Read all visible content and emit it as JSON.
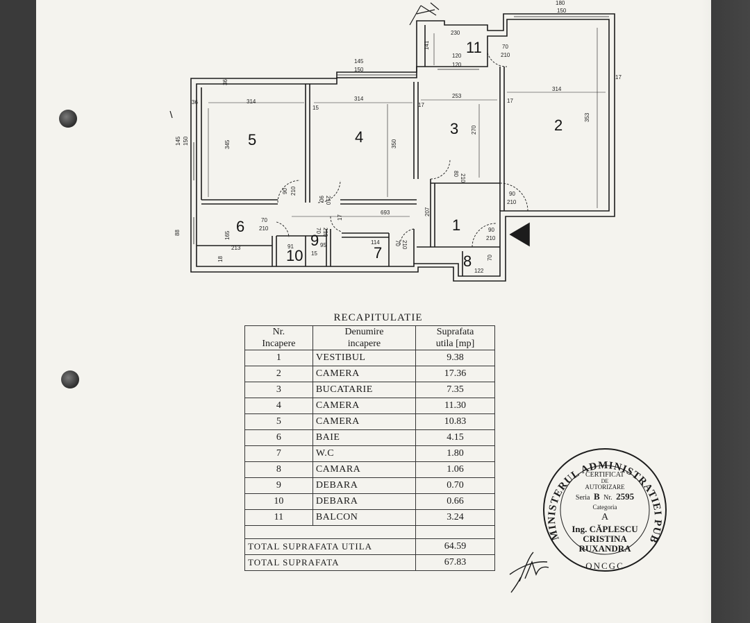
{
  "plan": {
    "room_numbers": [
      "1",
      "2",
      "3",
      "4",
      "5",
      "6",
      "7",
      "8",
      "9",
      "10",
      "11"
    ],
    "dims": {
      "d180": "180",
      "d150top": "150",
      "d230": "230",
      "d141": "141",
      "d120a": "120",
      "d120b": "120",
      "d70_210_a": "70",
      "d70_210_b": "210",
      "d145": "145",
      "d150": "150",
      "d314a": "314",
      "d314b": "314",
      "d314c": "314",
      "d253": "253",
      "d17a": "17",
      "d17b": "17",
      "d17c": "17",
      "d17d": "17",
      "d36a": "36",
      "d36b": "36",
      "d345": "345",
      "d350": "350",
      "d15": "15",
      "d145v": "145",
      "d150v": "150",
      "d90a": "90",
      "d210a": "210",
      "d90b": "90",
      "d210b": "210",
      "d80": "80",
      "d210c": "210",
      "d90c": "90",
      "d210d": "210",
      "d693": "693",
      "d70b": "70",
      "d210e": "210",
      "d70c": "70",
      "d210f": "210",
      "d165": "165",
      "d213": "213",
      "d18": "18",
      "d88": "88",
      "d91": "91",
      "d95": "95",
      "d15b": "15",
      "d114": "114",
      "d70d": "70",
      "d210g": "210",
      "d90e": "90",
      "d210h": "210",
      "d122": "122",
      "d70e": "70",
      "d207": "207",
      "d353": "353",
      "d270": "270"
    }
  },
  "table": {
    "title": "RECAPITULATIE",
    "headers": {
      "nr_line1": "Nr.",
      "nr_line2": "Incapere",
      "den_line1": "Denumire",
      "den_line2": "incapere",
      "sup_line1": "Suprafata",
      "sup_line2": "utila [mp]"
    },
    "rows": [
      {
        "nr": "1",
        "name": "VESTIBUL",
        "area": "9.38"
      },
      {
        "nr": "2",
        "name": "CAMERA",
        "area": "17.36"
      },
      {
        "nr": "3",
        "name": "BUCATARIE",
        "area": "7.35"
      },
      {
        "nr": "4",
        "name": "CAMERA",
        "area": "11.30"
      },
      {
        "nr": "5",
        "name": "CAMERA",
        "area": "10.83"
      },
      {
        "nr": "6",
        "name": "BAIE",
        "area": "4.15"
      },
      {
        "nr": "7",
        "name": "W.C",
        "area": "1.80"
      },
      {
        "nr": "8",
        "name": "CAMARA",
        "area": "1.06"
      },
      {
        "nr": "9",
        "name": "DEBARA",
        "area": "0.70"
      },
      {
        "nr": "10",
        "name": "DEBARA",
        "area": "0.66"
      },
      {
        "nr": "11",
        "name": "BALCON",
        "area": "3.24"
      }
    ],
    "total_utila_label": "TOTAL SUPRAFATA UTILA",
    "total_utila_value": "64.59",
    "total_label": "TOTAL SUPRAFATA",
    "total_value": "67.83"
  },
  "stamp": {
    "ring_text": "MINISTERUL ADMINISTRATIEI PUBLICE",
    "line1": "CERTIFICAT",
    "line2": "DE",
    "line3": "AUTORIZARE",
    "serie_prefix": "Seria",
    "serie": "B",
    "nr_prefix": "Nr.",
    "nr": "2595",
    "categoria": "Categoria",
    "categoria_value": "A",
    "name1": "Ing. CĂPLESCU",
    "name2": "CRISTINA",
    "name3": "RUXANDRA",
    "org": "ONCGC"
  },
  "colors": {
    "ink": "#1c1c1c",
    "paper": "#f4f3ee",
    "background": "#3a3a3a"
  }
}
